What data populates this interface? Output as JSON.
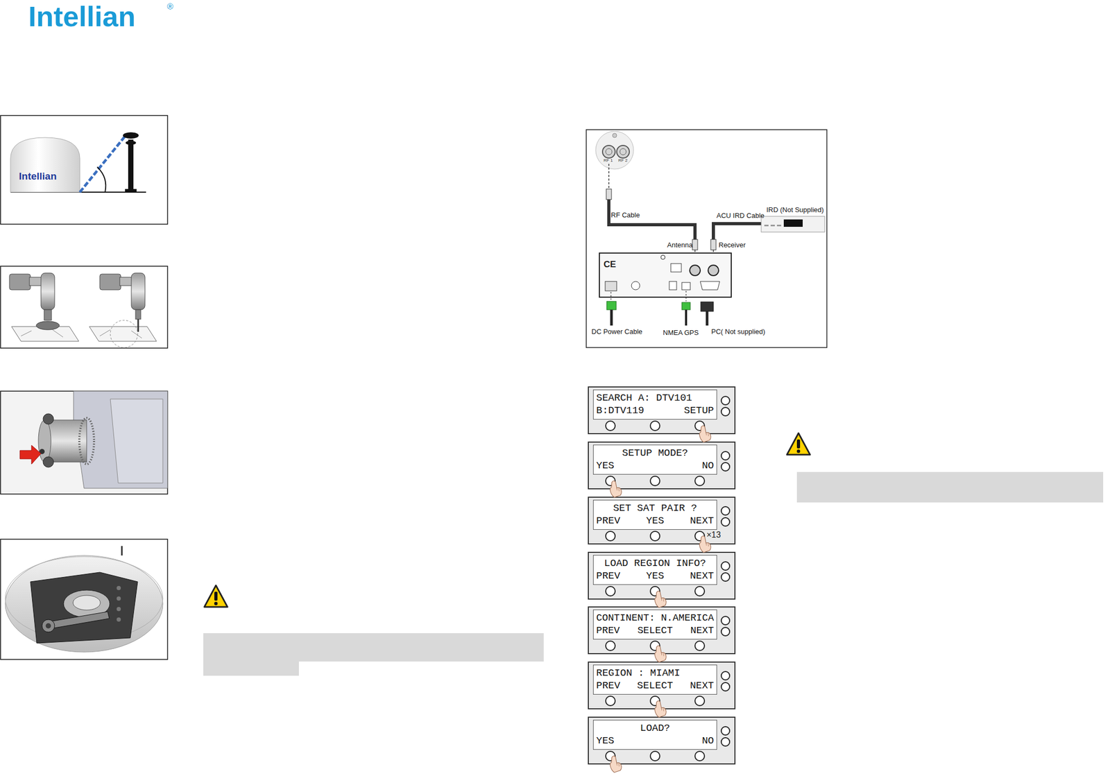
{
  "diagram": {
    "nodes": [
      {
        "text": [
          "SEARCH A: DTV101",
          "B:DTV119",
          "SETUP"
        ]
      },
      {
        "text": [
          "SETUP MODE?",
          "YES",
          "NO"
        ]
      },
      {
        "text": [
          "SET SAT PAIR ?",
          "PREV",
          "YES",
          "NEXT"
        ]
      },
      {
        "text": [
          "LOAD REGION INFO?",
          "PREV",
          "YES",
          "NEXT"
        ]
      },
      {
        "text": [
          "CONTINENT: N.AMERICA",
          "PREV",
          "SELECT",
          "NEXT"
        ]
      },
      {
        "text": [
          "REGION : MIAMI",
          "PREV",
          "SELECT",
          "NEXT"
        ]
      },
      {
        "text": [
          "LOAD?",
          "YES",
          "NO"
        ]
      }
    ],
    "labels": [
      "Intellian",
      "®",
      "Intellian",
      "CE",
      "RF 1",
      "RF 2",
      "RF Cable",
      "ACU IRD Cable",
      "IRD (Not Supplied)",
      "Antenna",
      "Receiver",
      "DC Power Cable",
      "NMEA GPS",
      "PC( Not supplied)",
      "×13"
    ]
  }
}
